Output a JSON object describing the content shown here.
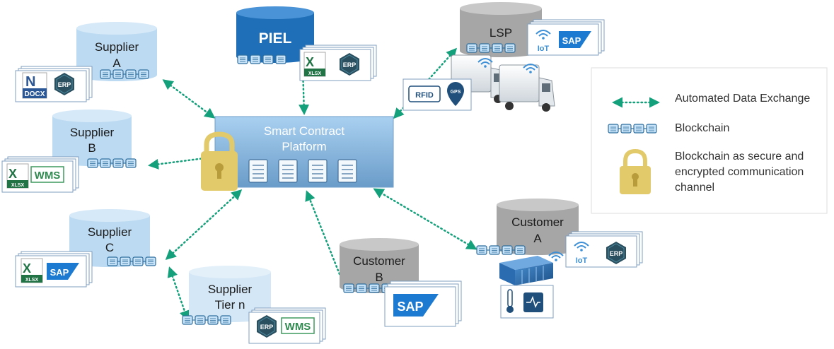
{
  "platform": {
    "line1": "Smart Contract",
    "line2": "Platform"
  },
  "nodes": {
    "supplier_a": {
      "line1": "Supplier",
      "line2": "A"
    },
    "supplier_b": {
      "line1": "Supplier",
      "line2": "B"
    },
    "supplier_c": {
      "line1": "Supplier",
      "line2": "C"
    },
    "supplier_tier_n": {
      "line1": "Supplier",
      "line2": "Tier n"
    },
    "piel": {
      "line1": "PIEL"
    },
    "lsp": {
      "line1": "LSP"
    },
    "customer_a": {
      "line1": "Customer",
      "line2": "A"
    },
    "customer_b": {
      "line1": "Customer",
      "line2": "B"
    }
  },
  "system_labels": {
    "erp": "ERP",
    "wms": "WMS",
    "sap": "SAP",
    "docx": "DOCX",
    "xlsx": "XLSX",
    "iot": "IoT",
    "rfid": "RFID",
    "gps": "GPS",
    "word_letter": "N",
    "excel_letter": "X"
  },
  "legend": {
    "items": [
      {
        "icon": "dotted-double-arrow-icon",
        "label": "Automated Data Exchange"
      },
      {
        "icon": "blockchain-icon",
        "label": "Blockchain"
      },
      {
        "icon": "padlock-icon",
        "lines": [
          "Blockchain as secure and",
          "encrypted communication",
          "channel"
        ]
      }
    ]
  },
  "colors": {
    "cylinder_light": "#bcdaf1",
    "cylinder_gray": "#a6a6a6",
    "cylinder_dark_blue": "#1f6fb8",
    "platform": "#8fbde6",
    "arrow": "#13a07a",
    "lock": "#e2c96a"
  }
}
